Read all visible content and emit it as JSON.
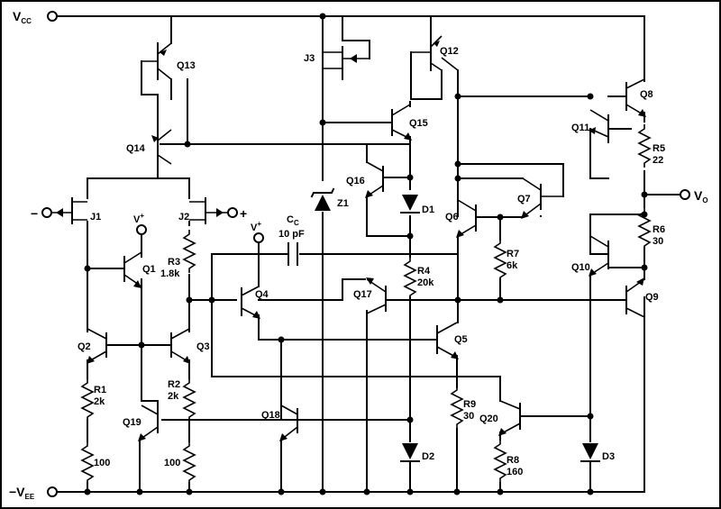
{
  "rails": {
    "vcc": {
      "main": "V",
      "sub": "CC"
    },
    "vee": {
      "main": "−V",
      "sub": "EE"
    }
  },
  "terminals": {
    "inv": "−",
    "noninv": "+",
    "vplus1": {
      "main": "V",
      "sup": "+"
    },
    "vplus2": {
      "main": "V",
      "sup": "+"
    },
    "vout": {
      "main": "V",
      "sub": "O"
    }
  },
  "transistors": [
    "Q1",
    "Q2",
    "Q3",
    "Q4",
    "Q5",
    "Q6",
    "Q7",
    "Q8",
    "Q9",
    "Q10",
    "Q11",
    "Q12",
    "Q13",
    "Q14",
    "Q15",
    "Q16",
    "Q17",
    "Q18",
    "Q19",
    "Q20"
  ],
  "jfets": [
    "J1",
    "J2",
    "J3"
  ],
  "resistors": [
    {
      "name": "R1",
      "value": "2k"
    },
    {
      "name": "R2",
      "value": "2k"
    },
    {
      "name": "R3",
      "value": "1.8k"
    },
    {
      "name": "R4",
      "value": "20k"
    },
    {
      "name": "R5",
      "value": "22"
    },
    {
      "name": "R6",
      "value": "30"
    },
    {
      "name": "R7",
      "value": "6k"
    },
    {
      "name": "R8",
      "value": "160"
    },
    {
      "name": "R9",
      "value": "30"
    }
  ],
  "resistor_values_unlabeled": [
    "100",
    "100"
  ],
  "diodes": [
    "D1",
    "D2",
    "D3"
  ],
  "zener": "Z1",
  "capacitor": {
    "name_main": "C",
    "name_sub": "C",
    "value": "10 pF"
  }
}
